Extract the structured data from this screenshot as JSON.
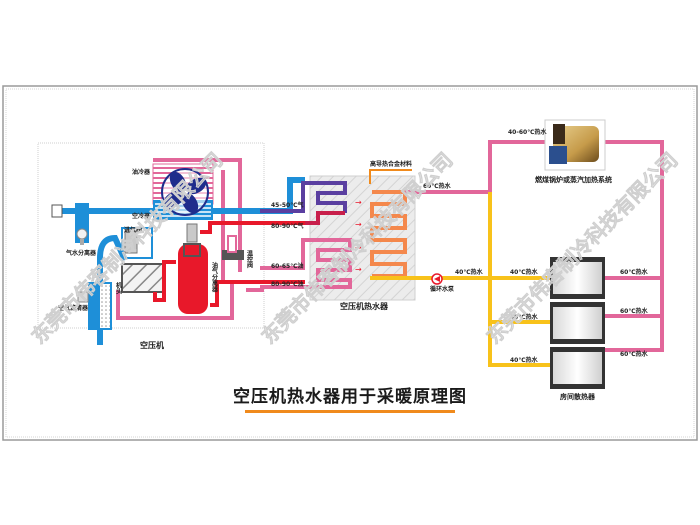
{
  "title": "空压机热水器用于采暖原理图",
  "colors": {
    "frame": "#999999",
    "air_blue": "#1e8fd8",
    "hot_red": "#e8182a",
    "oil_pink": "#e2679a",
    "warm_yellow": "#f8c21a",
    "accent_orange": "#f08a1c",
    "fan_navy": "#1f2d8c",
    "flow_marker": "#f8c21a"
  },
  "compressor": {
    "caption": "空压机",
    "parts": {
      "oil_cooler": "油冷器",
      "air_cooler": "空冷器",
      "air_water_separator": "气水分离器",
      "intake_valve": "进气阀",
      "air_end": "机头",
      "air_filter": "空气滤清器",
      "oil_gas_separator": "油气分离器",
      "thermostatic_valve": "温控阀"
    }
  },
  "heater": {
    "caption": "空压机热水器",
    "material_label": "高导热合金材料",
    "inputs": [
      {
        "label": "45-50℃气"
      },
      {
        "label": "80-90℃气"
      },
      {
        "label": "60-65℃油"
      },
      {
        "label": "80-90℃油"
      }
    ],
    "outlet_label": "60℃热水",
    "pump_label": "循环水泵",
    "return_label": "40℃热水"
  },
  "boiler": {
    "caption": "燃煤锅炉或蒸汽加热系统",
    "inlet_label": "40-60℃热水"
  },
  "radiators": {
    "caption": "房间散热器",
    "rows": [
      {
        "inlet": "40℃热水",
        "outlet": "60℃热水"
      },
      {
        "inlet": "40℃热水",
        "outlet": "60℃热水"
      },
      {
        "inlet": "40℃热水",
        "outlet": "60℃热水"
      }
    ]
  },
  "watermark": "东莞市伟客制冷科技有限公司"
}
